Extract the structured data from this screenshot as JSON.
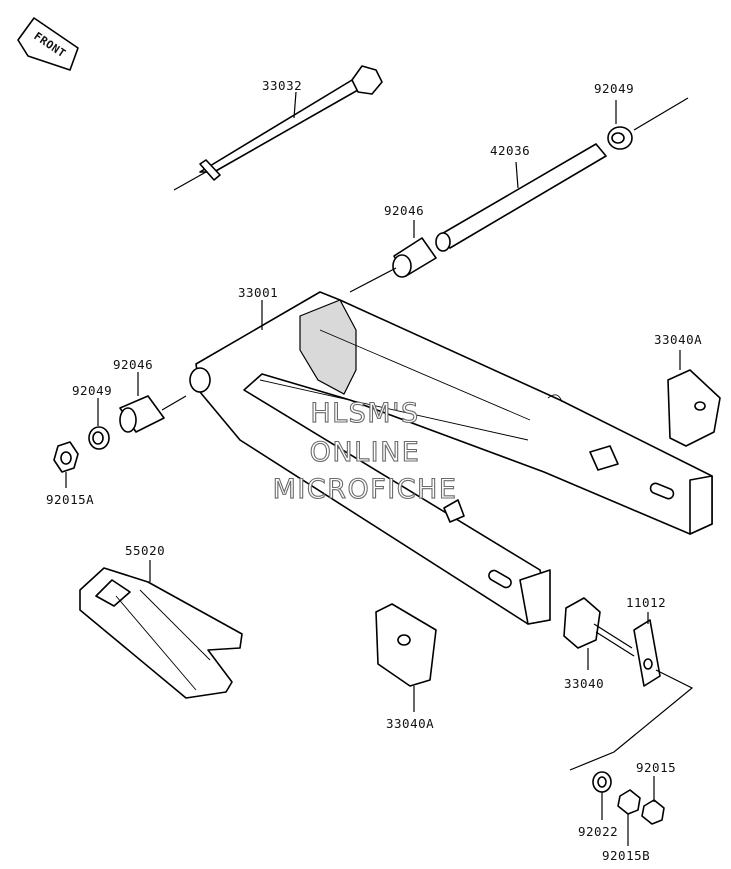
{
  "badge": {
    "front": "FRONT"
  },
  "watermark": {
    "line1": "HLSM'S",
    "line2": "ONLINE",
    "line3": "MICROFICHE"
  },
  "labels": {
    "l33032": "33032",
    "l92049_top": "92049",
    "l42036": "42036",
    "l92046_top": "92046",
    "l33001": "33001",
    "l33040A_right": "33040A",
    "l92046_left": "92046",
    "l92049_left": "92049",
    "l92015A": "92015A",
    "l55020": "55020",
    "l11012": "11012",
    "l33040": "33040",
    "l33040A_bottom": "33040A",
    "l92015": "92015",
    "l92022": "92022",
    "l92015B": "92015B"
  }
}
